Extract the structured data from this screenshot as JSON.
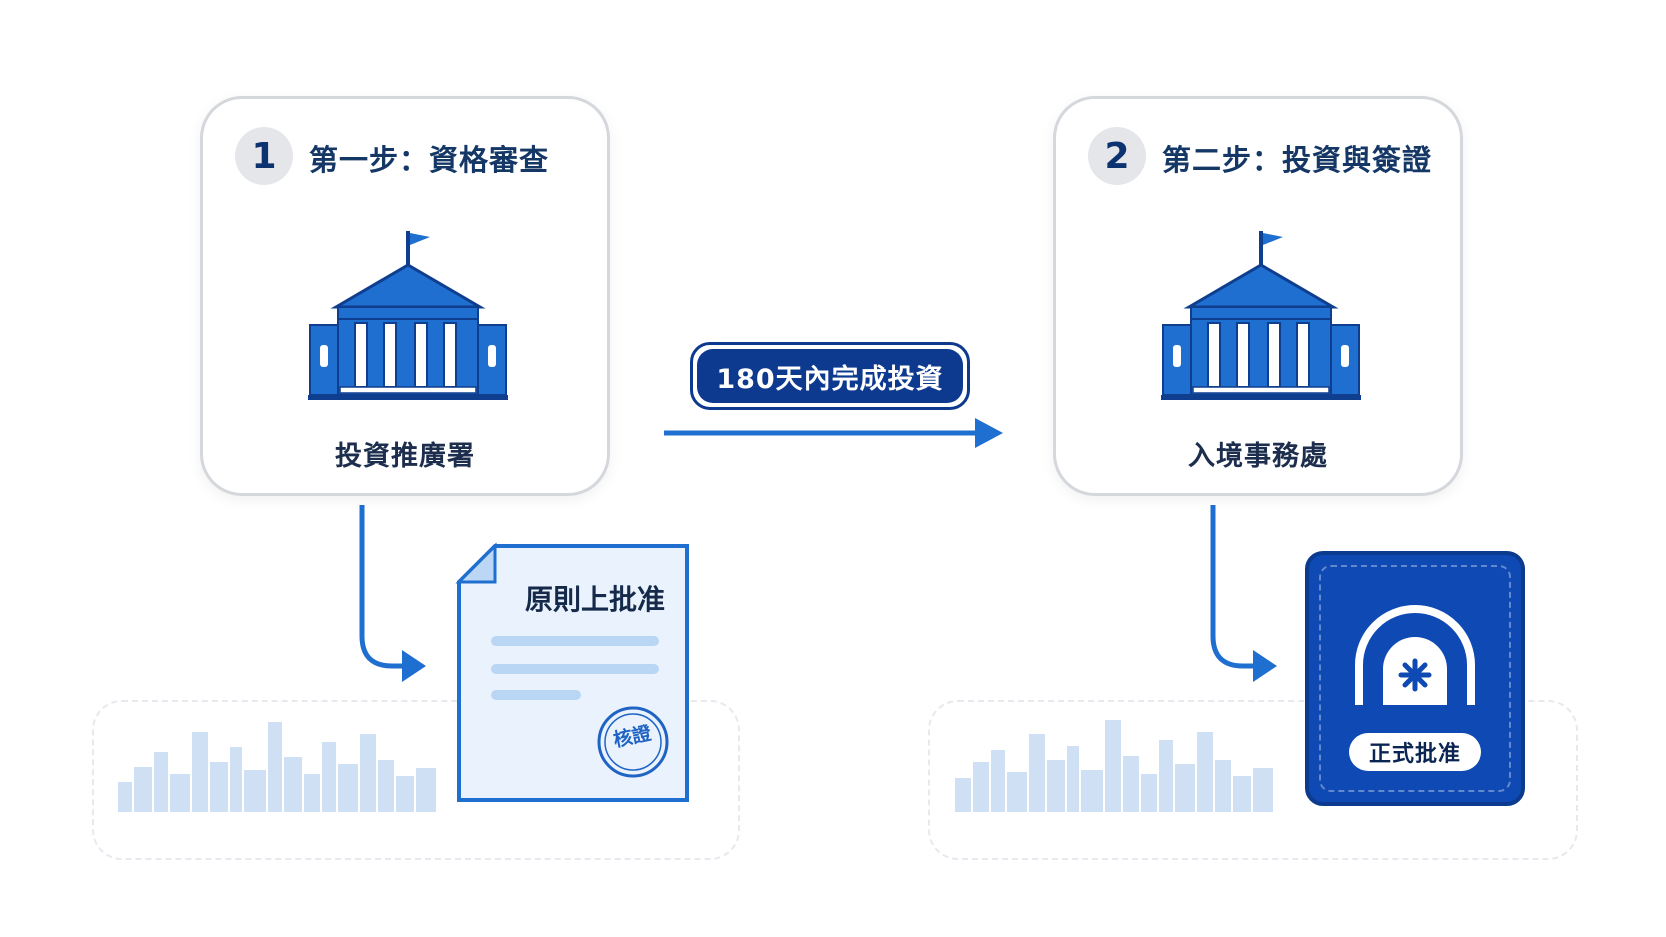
{
  "steps": [
    {
      "number": "1",
      "title": "第一步：資格審查",
      "agency": "投資推廣署"
    },
    {
      "number": "2",
      "title": "第二步：投資與簽證",
      "agency": "入境事務處"
    }
  ],
  "connector": {
    "deadline": "180天內完成投資"
  },
  "outcomes": {
    "approval_letter": {
      "title": "原則上批准",
      "stamp": "核證"
    },
    "visa": {
      "label": "正式批准"
    }
  },
  "colors": {
    "primary": "#1f6fd1",
    "dark_blue": "#0d3a8f",
    "card_border": "#d4d7dc",
    "skyline": "#cfe0f5"
  },
  "icons": [
    "government-building-icon",
    "arrow-right-icon",
    "document-icon",
    "stamp-icon",
    "visa-book-icon",
    "city-skyline-icon"
  ]
}
